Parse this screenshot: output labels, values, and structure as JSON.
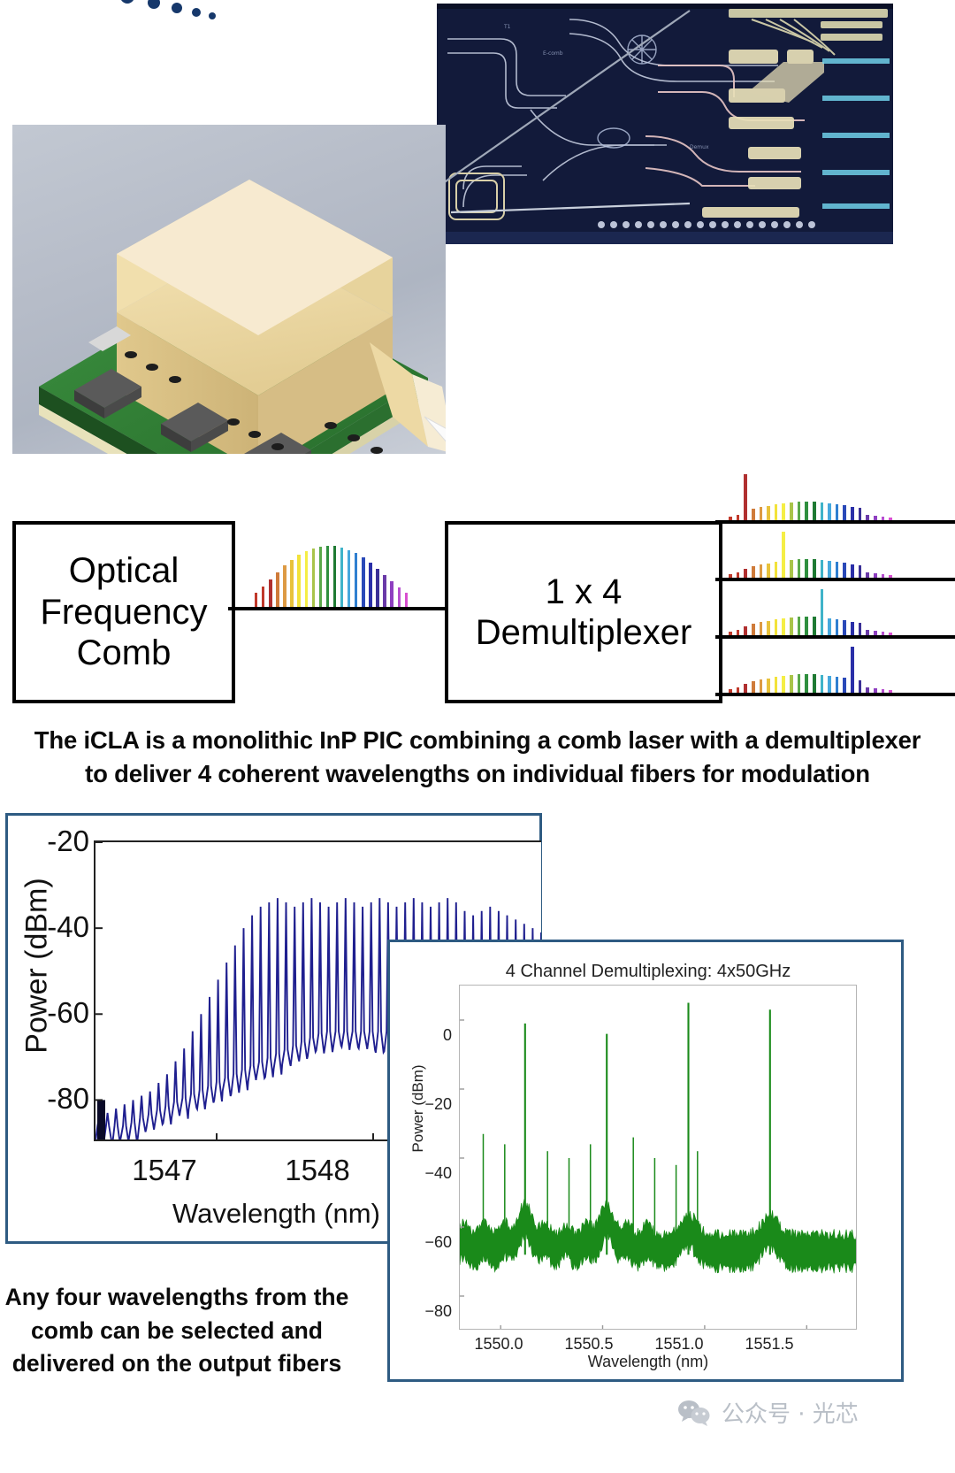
{
  "diagram": {
    "comb_block_label": "Optical\nFrequency\nComb",
    "demux_block_label": "1 x 4\nDemultiplexer"
  },
  "caption": {
    "line1": "The iCLA is a monolithic InP PIC combining a comb laser with a demultiplexer",
    "line2": "to deliver 4 coherent wavelengths on individual fibers for modulation"
  },
  "note": {
    "text": "Any four wavelengths from the comb can be selected and delivered on the output fibers"
  },
  "watermark": {
    "icon": "wechat-icon",
    "text": "公众号 · 光芯"
  },
  "colors": {
    "frame_blue": "#2e5b82",
    "main_trace": "#1f1f8f",
    "inset_trace": "#1a8a1a",
    "watermark_gray": "#b9bfc7",
    "pcb_green": "#2f7d32",
    "package_gold": "#efd9a0",
    "chip_navy": "#121a3a"
  },
  "chart_data": [
    {
      "type": "line",
      "name": "comb-spectrum",
      "title": "",
      "xlabel": "Wavelength (nm)",
      "ylabel": "Power (dBm)",
      "xlim": [
        1546.55,
        1548.75
      ],
      "ylim": [
        -90,
        -20
      ],
      "yticks": [
        -20,
        -40,
        -60,
        -80
      ],
      "ytick_labels": [
        "-20",
        "-40",
        "-60",
        "-80"
      ],
      "xticks": [
        1547,
        1548
      ],
      "xtick_labels": [
        "1547",
        "1548"
      ],
      "grid": false,
      "comb_spacing_nm": 0.04,
      "description": "Dense optical frequency comb; noise floor near -85 dBm rising to a flat-topped envelope peaking near -33 dBm",
      "envelope_peaks_dbm": [
        -84,
        -83,
        -82,
        -81,
        -80,
        -79,
        -78,
        -76,
        -74,
        -71,
        -68,
        -64,
        -60,
        -56,
        -52,
        -48,
        -44,
        -40,
        -37,
        -35,
        -34,
        -33,
        -34,
        -35,
        -34,
        -33,
        -34,
        -35,
        -34,
        -33,
        -34,
        -35,
        -34,
        -33,
        -34,
        -35,
        -34,
        -33,
        -34,
        -35,
        -34,
        -33,
        -34,
        -36,
        -37,
        -36,
        -35,
        -36,
        -37,
        -38,
        -39,
        -40,
        -41
      ]
    },
    {
      "type": "line",
      "name": "demux-channels",
      "title": "4 Channel Demultiplexing: 4x50GHz",
      "xlabel": "Wavelength (nm)",
      "ylabel": "Power (dBm)",
      "xlim": [
        1549.8,
        1551.75
      ],
      "ylim": [
        -90,
        10
      ],
      "yticks": [
        0,
        -20,
        -40,
        -60,
        -80
      ],
      "ytick_labels": [
        "0",
        "−20",
        "−40",
        "−60",
        "−80"
      ],
      "xticks": [
        1550.0,
        1550.5,
        1551.0,
        1551.5
      ],
      "xtick_labels": [
        "1550.0",
        "1550.5",
        "1551.0",
        "1551.5"
      ],
      "grid": false,
      "channel_spacing_ghz": 50,
      "channel_count": 4,
      "main_peaks_nm": [
        1550.12,
        1550.52,
        1550.92,
        1551.32
      ],
      "main_peaks_dbm": [
        -1,
        -4,
        5,
        3
      ],
      "side_peaks_dbm": [
        -33,
        -36,
        -38,
        -40,
        -36,
        -34,
        -40,
        -42,
        -38,
        -41
      ],
      "noise_floor_dbm": -62
    }
  ]
}
